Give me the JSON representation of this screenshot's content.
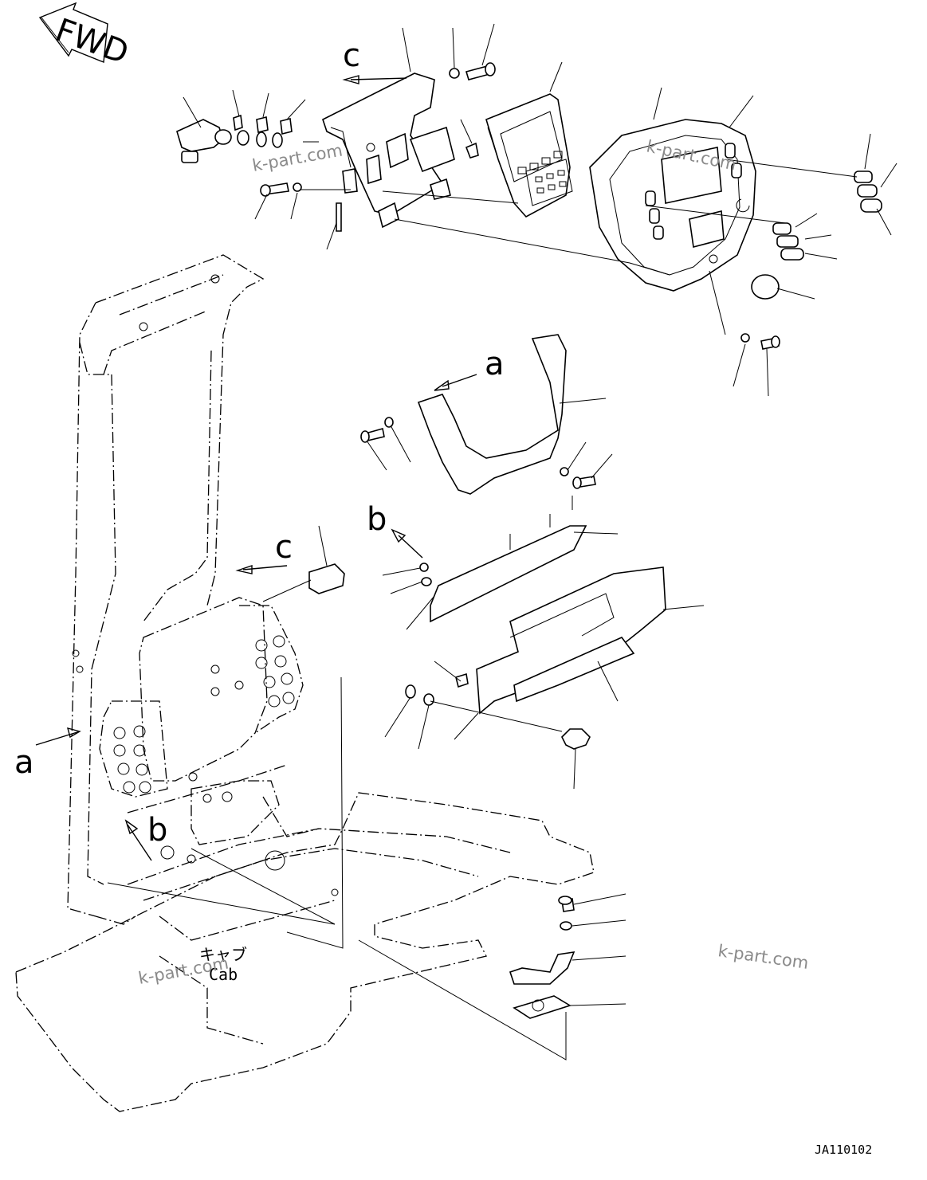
{
  "direction_arrow": {
    "text": "FWD"
  },
  "view_labels": {
    "a": "a",
    "b": "b",
    "c": "c"
  },
  "cab_label": {
    "japanese": "キャブ",
    "english": "Cab"
  },
  "watermark": "k-part.com",
  "drawing_code": "JA110102"
}
